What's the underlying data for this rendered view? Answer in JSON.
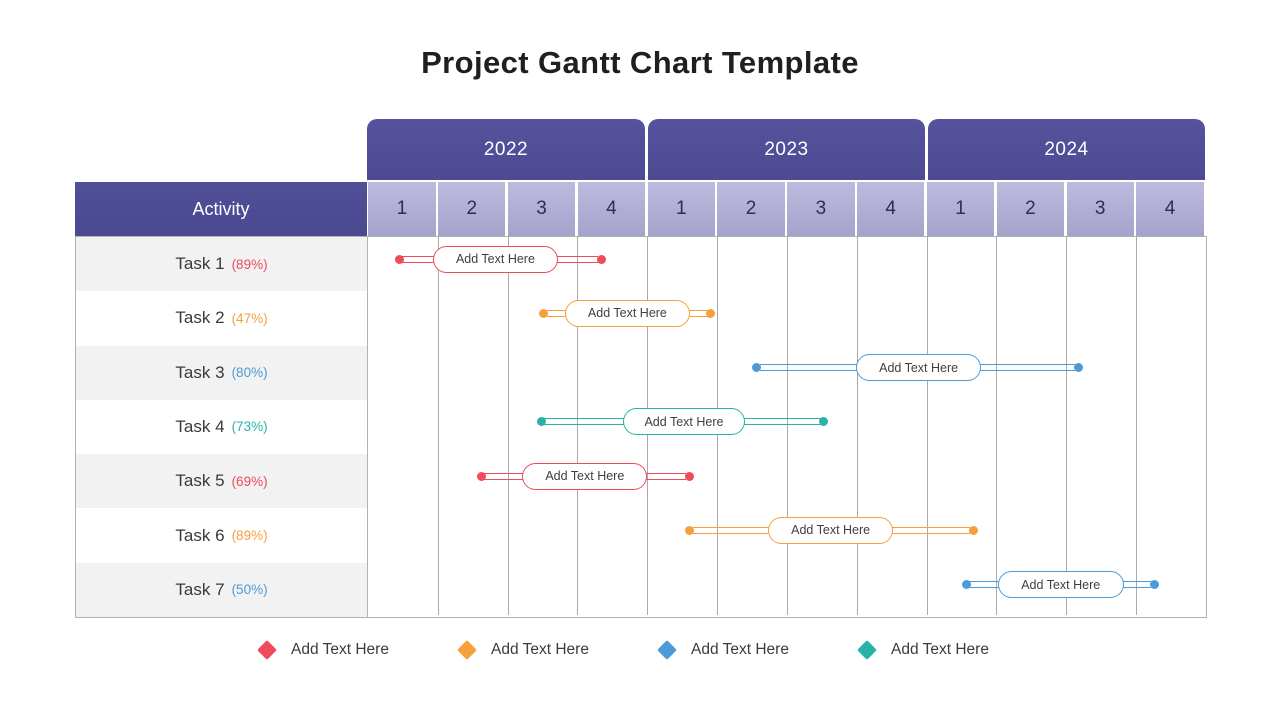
{
  "title": "Project Gantt Chart Template",
  "table": {
    "activity_header": "Activity",
    "years": [
      "2022",
      "2023",
      "2024"
    ],
    "quarters": [
      "1",
      "2",
      "3",
      "4",
      "1",
      "2",
      "3",
      "4",
      "1",
      "2",
      "3",
      "4"
    ]
  },
  "colors": {
    "red": "#ee4b5b",
    "orange": "#f5a03c",
    "blue": "#4e9ad6",
    "teal": "#29b3a7",
    "year_header_purple": "#514e97",
    "activity_header_purple": "#4c4a92",
    "quarter_cell_purple": "#b3b1d6",
    "row_stripe_gray": "#f2f2f2",
    "grid_gray": "#a9a9a9"
  },
  "tasks": [
    {
      "name": "Task 1",
      "percent": "(89%)",
      "color": "red",
      "bar": {
        "label": "Add Text Here",
        "start_q": 0.45,
        "pill_start_q": 0.93,
        "pill_end_q": 2.72,
        "end_q": 3.34
      }
    },
    {
      "name": "Task 2",
      "percent": "(47%)",
      "color": "orange",
      "bar": {
        "label": "Add Text Here",
        "start_q": 2.52,
        "pill_start_q": 2.82,
        "pill_end_q": 4.61,
        "end_q": 4.91
      }
    },
    {
      "name": "Task 3",
      "percent": "(80%)",
      "color": "blue",
      "bar": {
        "label": "Add Text Here",
        "start_q": 5.57,
        "pill_start_q": 6.99,
        "pill_end_q": 8.78,
        "end_q": 10.17
      }
    },
    {
      "name": "Task 4",
      "percent": "(73%)",
      "color": "teal",
      "bar": {
        "label": "Add Text Here",
        "start_q": 2.48,
        "pill_start_q": 3.65,
        "pill_end_q": 5.4,
        "end_q": 6.53
      }
    },
    {
      "name": "Task 5",
      "percent": "(69%)",
      "color": "red",
      "bar": {
        "label": "Add Text Here",
        "start_q": 1.62,
        "pill_start_q": 2.21,
        "pill_end_q": 4.0,
        "end_q": 4.6
      }
    },
    {
      "name": "Task 6",
      "percent": "(89%)",
      "color": "orange",
      "bar": {
        "label": "Add Text Here",
        "start_q": 4.6,
        "pill_start_q": 5.73,
        "pill_end_q": 7.52,
        "end_q": 8.67
      }
    },
    {
      "name": "Task 7",
      "percent": "(50%)",
      "color": "blue",
      "bar": {
        "label": "Add Text Here",
        "start_q": 8.57,
        "pill_start_q": 9.02,
        "pill_end_q": 10.82,
        "end_q": 11.26
      }
    }
  ],
  "legend": [
    {
      "label": "Add Text Here",
      "color": "red"
    },
    {
      "label": "Add Text Here",
      "color": "orange"
    },
    {
      "label": "Add Text Here",
      "color": "blue"
    },
    {
      "label": "Add Text Here",
      "color": "teal"
    }
  ],
  "chart_data": {
    "type": "bar",
    "subtype": "gantt",
    "title": "Project Gantt Chart Template",
    "x_axis": {
      "years": [
        "2022",
        "2023",
        "2024"
      ],
      "quarters_per_year": 4,
      "range_quarters": [
        0,
        12
      ]
    },
    "series": [
      {
        "task": "Task 1",
        "completion_pct": 89,
        "color": "#ee4b5b",
        "start_quarter": 0.45,
        "end_quarter": 3.34,
        "label": "Add Text Here"
      },
      {
        "task": "Task 2",
        "completion_pct": 47,
        "color": "#f5a03c",
        "start_quarter": 2.52,
        "end_quarter": 4.91,
        "label": "Add Text Here"
      },
      {
        "task": "Task 3",
        "completion_pct": 80,
        "color": "#4e9ad6",
        "start_quarter": 5.57,
        "end_quarter": 10.17,
        "label": "Add Text Here"
      },
      {
        "task": "Task 4",
        "completion_pct": 73,
        "color": "#29b3a7",
        "start_quarter": 2.48,
        "end_quarter": 6.53,
        "label": "Add Text Here"
      },
      {
        "task": "Task 5",
        "completion_pct": 69,
        "color": "#ee4b5b",
        "start_quarter": 1.62,
        "end_quarter": 4.6,
        "label": "Add Text Here"
      },
      {
        "task": "Task 6",
        "completion_pct": 89,
        "color": "#f5a03c",
        "start_quarter": 4.6,
        "end_quarter": 8.67,
        "label": "Add Text Here"
      },
      {
        "task": "Task 7",
        "completion_pct": 50,
        "color": "#4e9ad6",
        "start_quarter": 8.57,
        "end_quarter": 11.26,
        "label": "Add Text Here"
      }
    ],
    "legend_entries": [
      "Add Text Here",
      "Add Text Here",
      "Add Text Here",
      "Add Text Here"
    ],
    "grid": true,
    "legend_position": "bottom"
  }
}
